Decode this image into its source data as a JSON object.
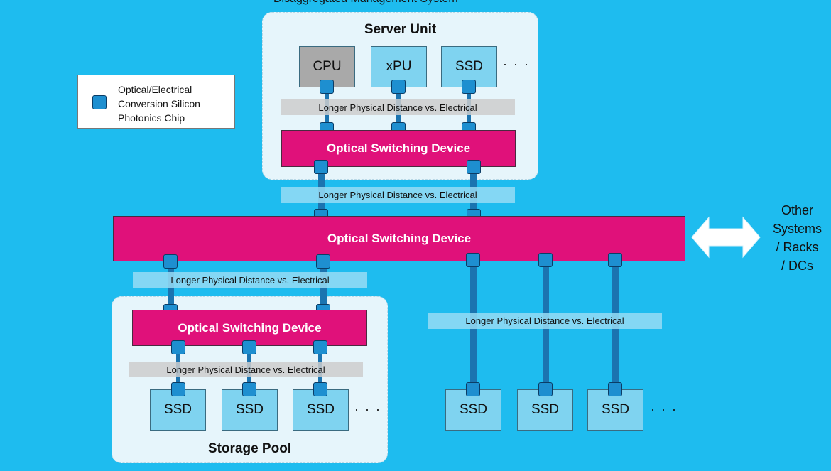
{
  "title": "Disaggregated Management System",
  "legend": {
    "text_lines": [
      "Optical/Electrical",
      "Conversion Silicon",
      "Photonics Chip"
    ]
  },
  "server_unit": {
    "title": "Server Unit",
    "components": [
      "CPU",
      "xPU",
      "SSD"
    ],
    "ellipsis": "· · ·",
    "distance_label": "Longer Physical Distance vs. Electrical",
    "switch_label": "Optical Switching Device"
  },
  "upper_link_label": "Longer Physical Distance vs. Electrical",
  "main_switch": {
    "label": "Optical Switching Device"
  },
  "left_link_label": "Longer Physical Distance vs. Electrical",
  "right_link_label": "Longer Physical Distance vs. Electrical",
  "storage_pool": {
    "title": "Storage Pool",
    "switch_label": "Optical Switching Device",
    "distance_label": "Longer Physical Distance vs. Electrical",
    "ssds": [
      "SSD",
      "SSD",
      "SSD"
    ],
    "ellipsis": "· · ·"
  },
  "standalone_ssds": {
    "items": [
      "SSD",
      "SSD",
      "SSD"
    ],
    "ellipsis": "· · ·"
  },
  "other_systems": {
    "lines": [
      "Other",
      "Systems",
      "/ Racks",
      "/ DCs"
    ]
  }
}
